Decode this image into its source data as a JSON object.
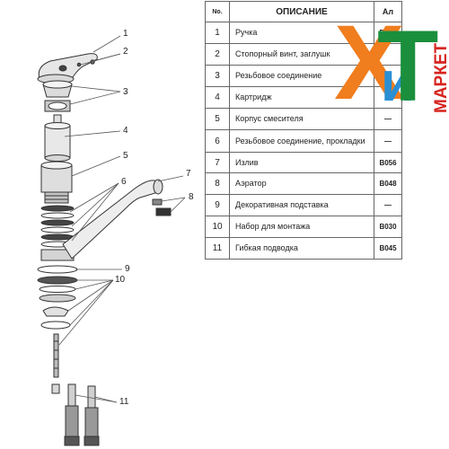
{
  "table": {
    "header_no": "No.",
    "header_desc": "ОПИСАНИЕ",
    "header_art": "Ал",
    "rows": [
      {
        "no": "1",
        "desc": "Ручка",
        "art": "B010"
      },
      {
        "no": "2",
        "desc": "Стопорный винт, заглушк",
        "art": ""
      },
      {
        "no": "3",
        "desc": "Резьбовое соединение",
        "art": ""
      },
      {
        "no": "4",
        "desc": "Картридж",
        "art": ""
      },
      {
        "no": "5",
        "desc": "Корпус смесителя",
        "art": "—"
      },
      {
        "no": "6",
        "desc": "Резьбовое соединение, прокладки",
        "art": "—"
      },
      {
        "no": "7",
        "desc": "Излив",
        "art": "B056"
      },
      {
        "no": "8",
        "desc": "Аэратор",
        "art": "B048"
      },
      {
        "no": "9",
        "desc": "Декоративная подставка",
        "art": "—"
      },
      {
        "no": "10",
        "desc": "Набор для монтажа",
        "art": "B030"
      },
      {
        "no": "11",
        "desc": "Гибкая подводка",
        "art": "B045"
      }
    ]
  },
  "callouts": [
    "1",
    "2",
    "3",
    "4",
    "5",
    "6",
    "7",
    "8",
    "9",
    "10",
    "11"
  ],
  "logo": {
    "letter_x": "Х",
    "letter_i": "и",
    "letter_t": "Т",
    "word": "МАРКЕТ",
    "colors": {
      "x": "#f07d1e",
      "i": "#2a8fd4",
      "t": "#1b8f3c",
      "word": "#d6241f"
    }
  }
}
